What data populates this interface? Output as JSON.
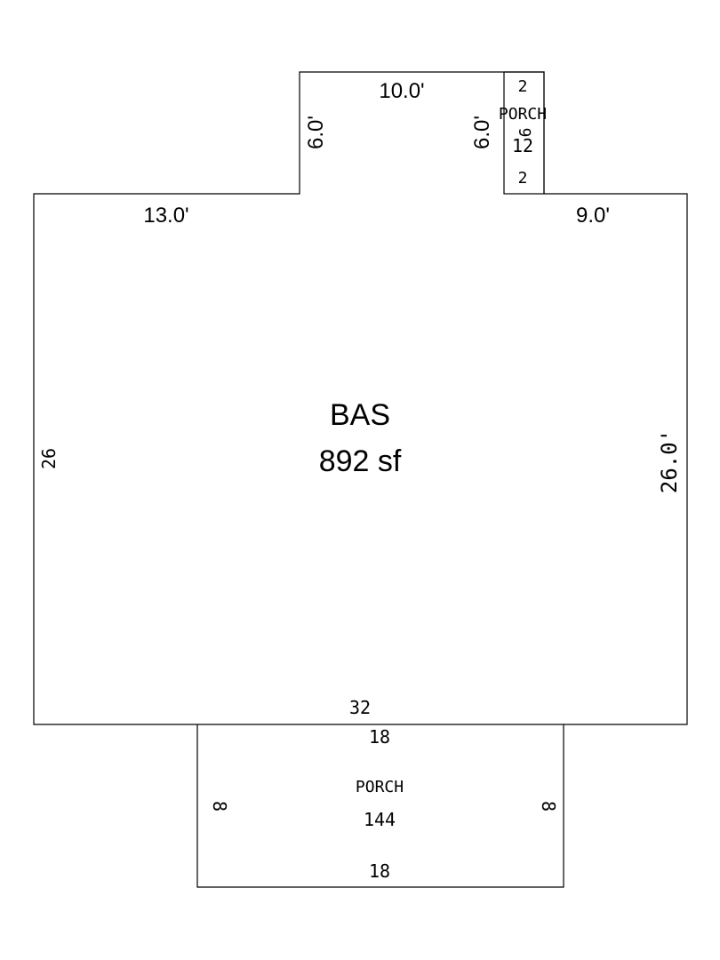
{
  "colors": {
    "line": "#000000",
    "background": "#ffffff"
  },
  "main_area": {
    "code": "BAS",
    "area": "892 sf",
    "top_left_length": "13.0'",
    "top_right_length": "9.0'",
    "left_length": "26",
    "right_length": "26.0'",
    "bottom_length": "32"
  },
  "bump_out": {
    "top_length": "10.0'",
    "left_length": "6.0'",
    "right_length": "6.0'"
  },
  "small_porch": {
    "label": "PORCH",
    "top_length": "2",
    "side_length": "6",
    "area": "12",
    "bottom_length": "2"
  },
  "rear_porch": {
    "label": "PORCH",
    "area": "144",
    "top_length": "18",
    "bottom_length": "18",
    "left_length": "8",
    "right_length": "8"
  }
}
